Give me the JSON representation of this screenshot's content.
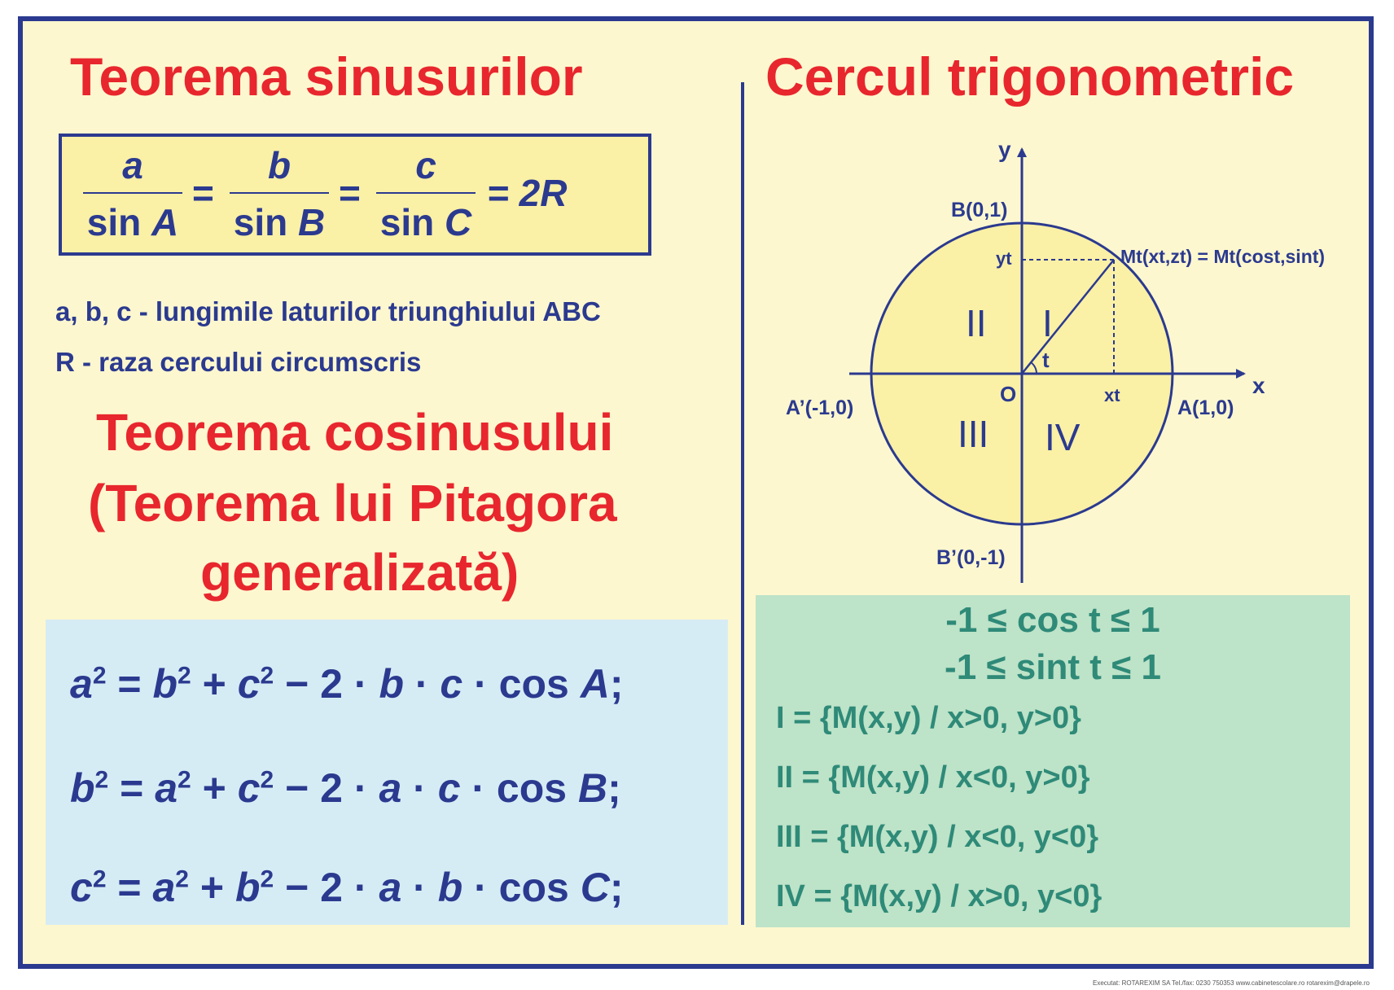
{
  "left": {
    "sine_title": "Teorema sinusurilor",
    "sine_formula": {
      "fractions": [
        {
          "num": "a",
          "den_fn": "sin",
          "den_var": "A"
        },
        {
          "num": "b",
          "den_fn": "sin",
          "den_var": "B"
        },
        {
          "num": "c",
          "den_fn": "sin",
          "den_var": "C"
        }
      ],
      "equals": "=",
      "result": "= 2R"
    },
    "legend": [
      "a, b, c -  lungimile laturilor triunghiului ABC",
      "R - raza cercului circumscris"
    ],
    "cos_title": [
      "Teorema cosinusului",
      "(Teorema lui Pitagora",
      "generalizată)"
    ],
    "cos_formulas": [
      {
        "lhs": "a",
        "t1": "b",
        "t2": "c",
        "p1": "b",
        "p2": "c",
        "ang": "A"
      },
      {
        "lhs": "b",
        "t1": "a",
        "t2": "c",
        "p1": "a",
        "p2": "c",
        "ang": "B"
      },
      {
        "lhs": "c",
        "t1": "a",
        "t2": "b",
        "p1": "a",
        "p2": "b",
        "ang": "C"
      }
    ],
    "cos_tokens": {
      "sq": "2",
      "eq": " = ",
      "plus": " + ",
      "minus": " − 2 · ",
      "dot": " · ",
      "cos": " · cos ",
      "end": ";"
    }
  },
  "right": {
    "title": "Cercul trigonometric",
    "axis_x": "x",
    "axis_y": "y",
    "origin": "O",
    "angle": "t",
    "points": {
      "A": "A(1,0)",
      "A_prime": "A’(-1,0)",
      "B": "B(0,1)",
      "B_prime": "B’(0,-1)"
    },
    "point_M": "Mt(xt,zt) = Mt(cost,sint)",
    "proj_x": "xt",
    "proj_y": "yt",
    "quadrants": [
      "I",
      "II",
      "III",
      "IV"
    ],
    "ranges": [
      "-1 ≤ cos t ≤ 1",
      "-1 ≤ sint t ≤ 1"
    ],
    "quadrant_defs": [
      "I = {M(x,y) / x>0, y>0}",
      "II = {M(x,y) / x<0, y>0}",
      "III = {M(x,y) / x<0, y<0}",
      "IV = {M(x,y) / x>0, y<0}"
    ]
  },
  "footer": {
    "credit": "Executat: ROTAREXIM SA   Tel./fax: 0230 750353   www.cabinetescolare.ro   rotarexim@drapele.ro"
  },
  "colors": {
    "background": "#fdf7cf",
    "border": "#2b3a8f",
    "title_red": "#e8262d",
    "formula_box": "#faf0a6",
    "cos_box": "#d6ecf5",
    "green_box": "#bde3c8",
    "green_text": "#2f8a78",
    "circle_fill": "#faf0a6"
  }
}
